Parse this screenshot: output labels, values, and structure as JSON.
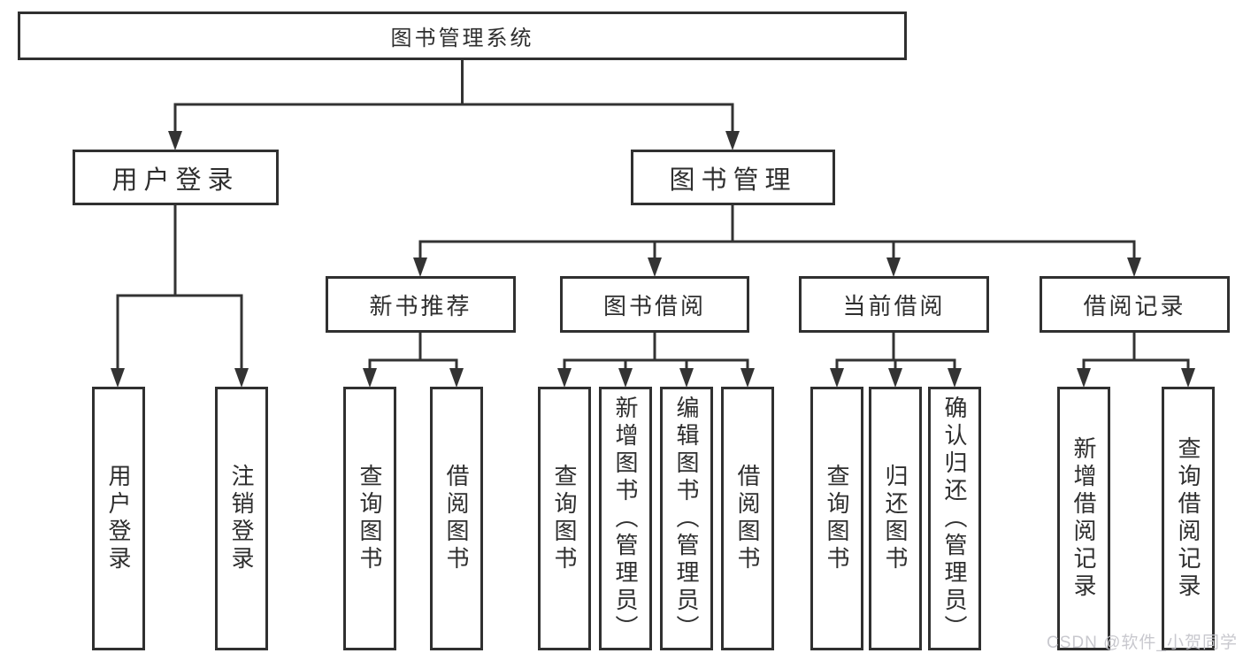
{
  "colors": {
    "line": "#333333",
    "box_border": "#303030",
    "text": "#2e2e2e",
    "watermark": "#c3c3c9",
    "background": "#ffffff"
  },
  "watermark": {
    "text": "CSDN @软件_小贺同学"
  },
  "tree": {
    "label": "图书管理系统",
    "children": [
      {
        "label": "用户登录",
        "children": [
          "用户登录",
          "注销登录"
        ]
      },
      {
        "label": "图书管理",
        "children": [
          {
            "label": "新书推荐",
            "children": [
              "查询图书",
              "借阅图书"
            ]
          },
          {
            "label": "图书借阅",
            "children": [
              "查询图书",
              "新增图书（管理员）",
              "编辑图书（管理员）",
              "借阅图书"
            ]
          },
          {
            "label": "当前借阅",
            "children": [
              "查询图书",
              "归还图书",
              "确认归还（管理员）"
            ]
          },
          {
            "label": "借阅记录",
            "children": [
              "新增借阅记录",
              "查询借阅记录"
            ]
          }
        ]
      }
    ]
  }
}
